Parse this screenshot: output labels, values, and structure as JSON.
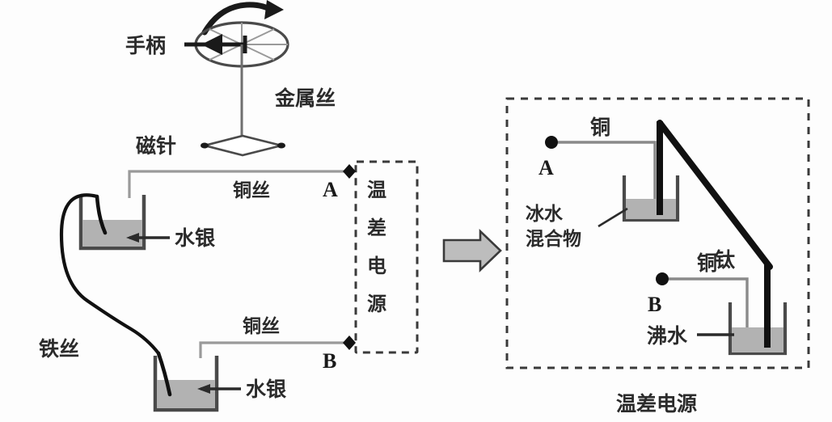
{
  "figure": {
    "title_caption": "温差电源",
    "left_panel": {
      "name": "thermocouple-circuit-with-compass",
      "labels": {
        "handle": "手柄",
        "metal_wire": "金属丝",
        "magnetic_needle": "磁针",
        "copper_wire_top": "铜丝",
        "copper_wire_bottom": "铜丝",
        "mercury_top": "水银",
        "mercury_bottom": "水银",
        "iron_wire": "铁丝",
        "terminal_a": "A",
        "terminal_b": "B",
        "source_box_text": "温差电源",
        "source_box_chars": [
          "温",
          "差",
          "电",
          "源"
        ]
      }
    },
    "transition": {
      "name": "equivalence-arrow",
      "glyph": "arrow-right"
    },
    "right_panel": {
      "name": "thermoelectric-source-detail",
      "labels": {
        "terminal_a": "A",
        "terminal_b": "B",
        "copper_top": "铜",
        "copper_bottom": "铜",
        "titanium": "钛",
        "ice_water_line1": "冰水",
        "ice_water_line2": "混合物",
        "boiling_water": "沸水"
      },
      "caption": "温差电源"
    },
    "colors": {
      "ink": "#2b2b2b",
      "thin_wire": "#8a8a8a",
      "thick_wire": "#111111",
      "liquid_fill": "#b2b2b2",
      "vessel_outline": "#4a4a4a",
      "dash_stroke": "#3a3a3a",
      "arrow_fill": "#bdbdbd",
      "paper": "#fdfdfd"
    }
  }
}
